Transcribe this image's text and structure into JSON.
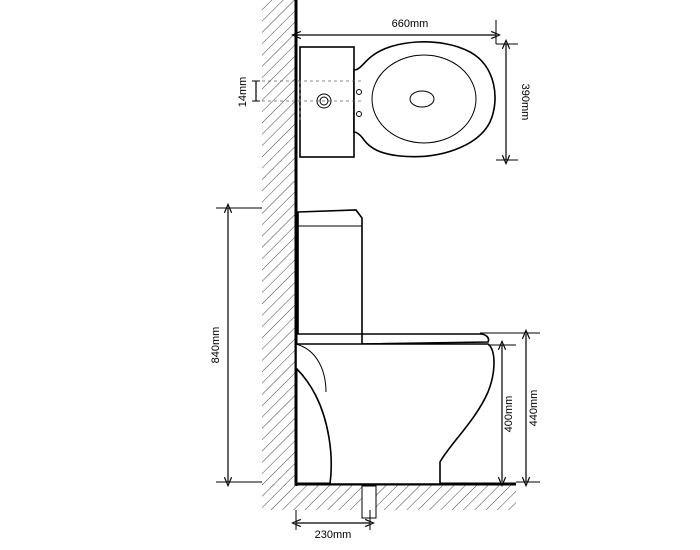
{
  "dimensions": {
    "width_top": "660mm",
    "depth_top": "390mm",
    "pipe_offset": "14mm",
    "total_height": "840mm",
    "seat_height_inner": "400mm",
    "seat_height_outer": "440mm",
    "outlet_distance": "230mm"
  },
  "colors": {
    "line": "#000000",
    "background": "#ffffff",
    "hatch": "#444444"
  }
}
